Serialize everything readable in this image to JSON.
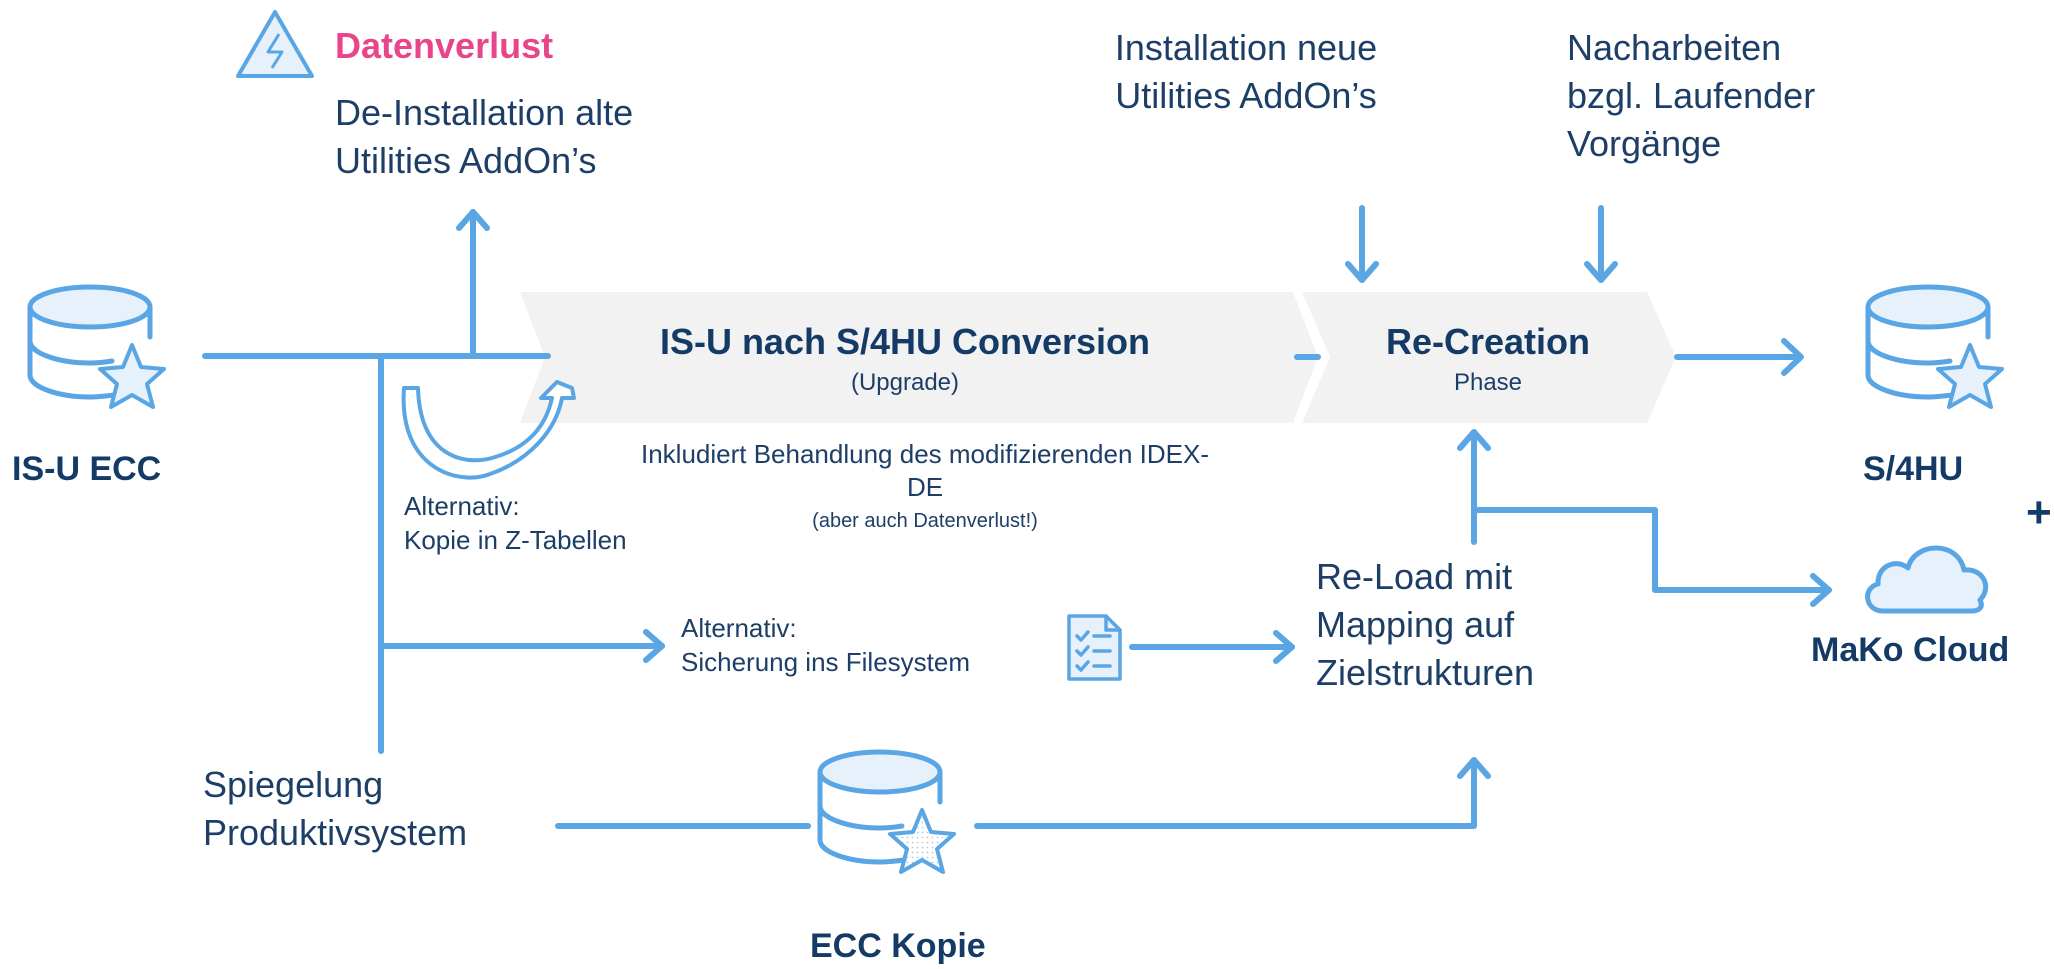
{
  "nodes": {
    "isu_ecc": {
      "label": "IS-U ECC"
    },
    "s4hu": {
      "label": "S/4HU"
    },
    "mako": {
      "label": "MaKo Cloud"
    },
    "ecc_kopie": {
      "label": "ECC Kopie"
    },
    "plus": "+"
  },
  "conversion": {
    "title": "IS-U nach S/4HU Conversion",
    "subtitle": "(Upgrade)"
  },
  "recreation": {
    "title": "Re-Creation",
    "subtitle": "Phase"
  },
  "datenverlust": {
    "title": "Datenverlust",
    "line1": "De-Installation alte",
    "line2": "Utilities AddOn’s"
  },
  "install_neu": {
    "line1": "Installation neue",
    "line2": "Utilities AddOn’s"
  },
  "nacharbeiten": {
    "line1": "Nacharbeiten",
    "line2": "bzgl. Laufender",
    "line3": "Vorgänge"
  },
  "idex_note": {
    "line1": "Inkludiert Behandlung des modifizierenden IDEX-",
    "line2": "DE",
    "line3": "(aber auch Datenverlust!)"
  },
  "alt_z": {
    "line1": "Alternativ:",
    "line2": "Kopie in Z-Tabellen"
  },
  "alt_fs": {
    "line1": "Alternativ:",
    "line2": "Sicherung ins Filesystem"
  },
  "reload": {
    "line1": "Re-Load mit",
    "line2": "Mapping auf",
    "line3": "Zielstrukturen"
  },
  "spiegelung": {
    "line1": "Spiegelung",
    "line2": "Produktivsystem"
  },
  "colors": {
    "line": "#5aa6e4",
    "chevron_fill": "#f2f2f2",
    "navy": "#143a66",
    "pink": "#e8458b",
    "icon_fill": "#e6f1fb"
  },
  "icons": [
    "database-star-icon",
    "warning-lightning-icon",
    "checklist-document-icon",
    "cloud-icon",
    "curved-arrow-icon"
  ]
}
